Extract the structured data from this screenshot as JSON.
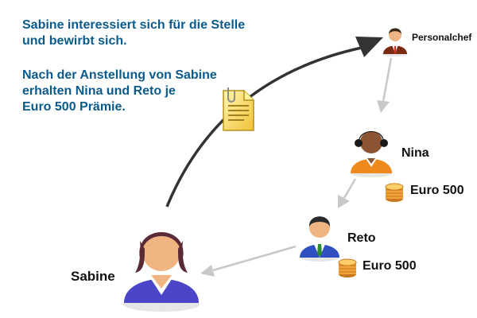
{
  "intro_text": [
    "Sabine interessiert sich für die Stelle",
    "und bewirbt sich."
  ],
  "bonus_text": [
    "Nach der Anstellung von Sabine",
    "erhalten Nina und Reto je",
    "Euro 500 Prämie."
  ],
  "people": {
    "chef": "Personalchef",
    "nina": "Nina",
    "reto": "Reto",
    "sabine": "Sabine"
  },
  "bonus_amount": "Euro 500",
  "colors": {
    "text_blue": "#0b5a8c",
    "application_arrow": "#333333",
    "referral_arrow": "#c8c8c8",
    "nina_shirt": "#f08a1c",
    "reto_jacket": "#2f4fc0",
    "sabine_shirt": "#4b46c8",
    "chef_jacket": "#7a2a10",
    "coin": "#f2a33a"
  },
  "icons": [
    "document-icon",
    "coin-stack-icon"
  ]
}
